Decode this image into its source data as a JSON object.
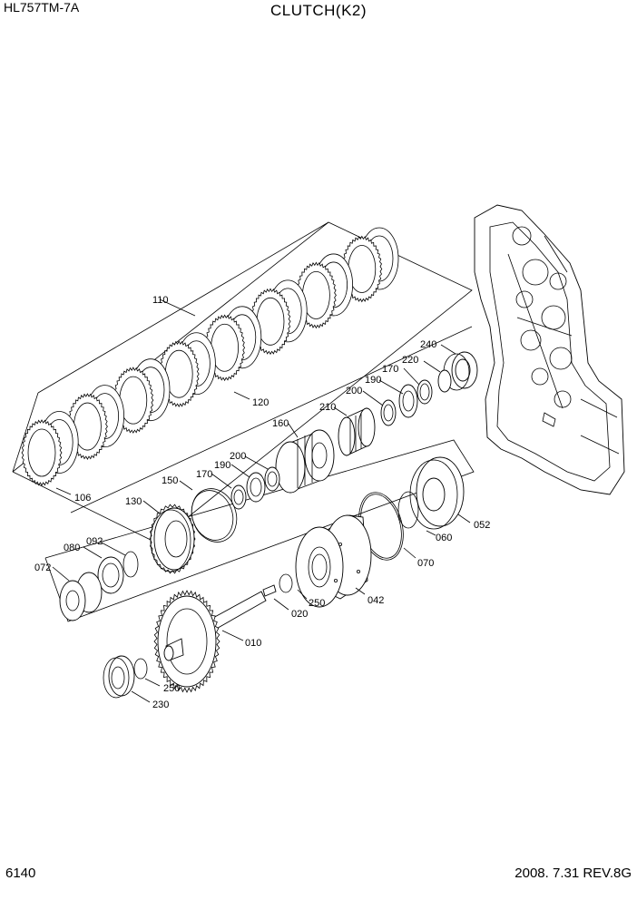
{
  "header": {
    "model": "HL757TM-7A",
    "title": "CLUTCH(K2)"
  },
  "footer": {
    "page": "6140",
    "revision": "2008. 7.31  REV.8G"
  },
  "labels": {
    "p110": "110",
    "p120": "120",
    "p106": "106",
    "p240": "240",
    "p220": "220",
    "p170a": "170",
    "p190a": "190",
    "p200a": "200",
    "p210": "210",
    "p160": "160",
    "p200b": "200",
    "p190b": "190",
    "p170b": "170",
    "p150": "150",
    "p130": "130",
    "p092": "092",
    "p080": "080",
    "p072": "072",
    "p052": "052",
    "p060": "060",
    "p070": "070",
    "p042": "042",
    "p250a": "250",
    "p020": "020",
    "p010": "010",
    "p250b": "250",
    "p230": "230"
  }
}
